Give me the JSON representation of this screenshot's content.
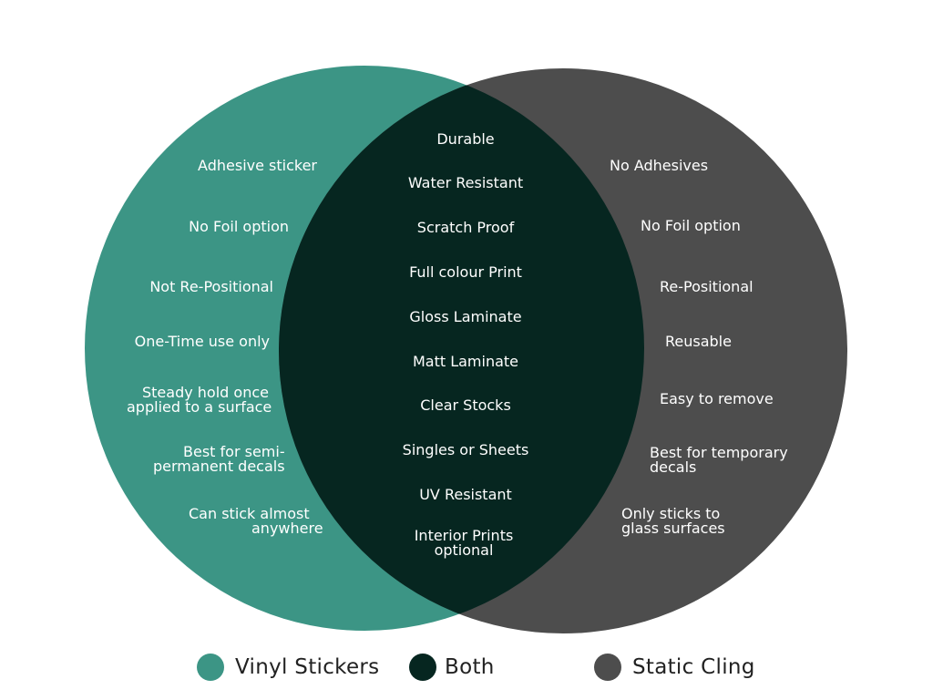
{
  "colors": {
    "vinyl": "#3c9585",
    "both": "#062620",
    "static": "#4d4d4d",
    "text": "#ffffff"
  },
  "vinyl_items": [
    "Adhesive sticker",
    "No Foil option",
    "Not Re-Positional",
    "One-Time use only",
    "Steady hold once\napplied to a surface",
    "Best for semi-\npermanent decals",
    "Can stick almost\nanywhere"
  ],
  "both_items": [
    "Durable",
    "Water Resistant",
    "Scratch Proof",
    "Full colour Print",
    "Gloss Laminate",
    "Matt Laminate",
    "Clear Stocks",
    "Singles or Sheets",
    "UV Resistant",
    "Interior Prints\noptional"
  ],
  "static_items": [
    "No Adhesives",
    "No Foil option",
    "Re-Positional",
    "Reusable",
    "Easy to remove",
    "Best for temporary\ndecals",
    "Only sticks to\nglass surfaces"
  ],
  "legend": [
    {
      "label": "Vinyl Stickers",
      "color": "#3c9585"
    },
    {
      "label": "Both",
      "color": "#062620"
    },
    {
      "label": "Static Cling",
      "color": "#4d4d4d"
    }
  ]
}
